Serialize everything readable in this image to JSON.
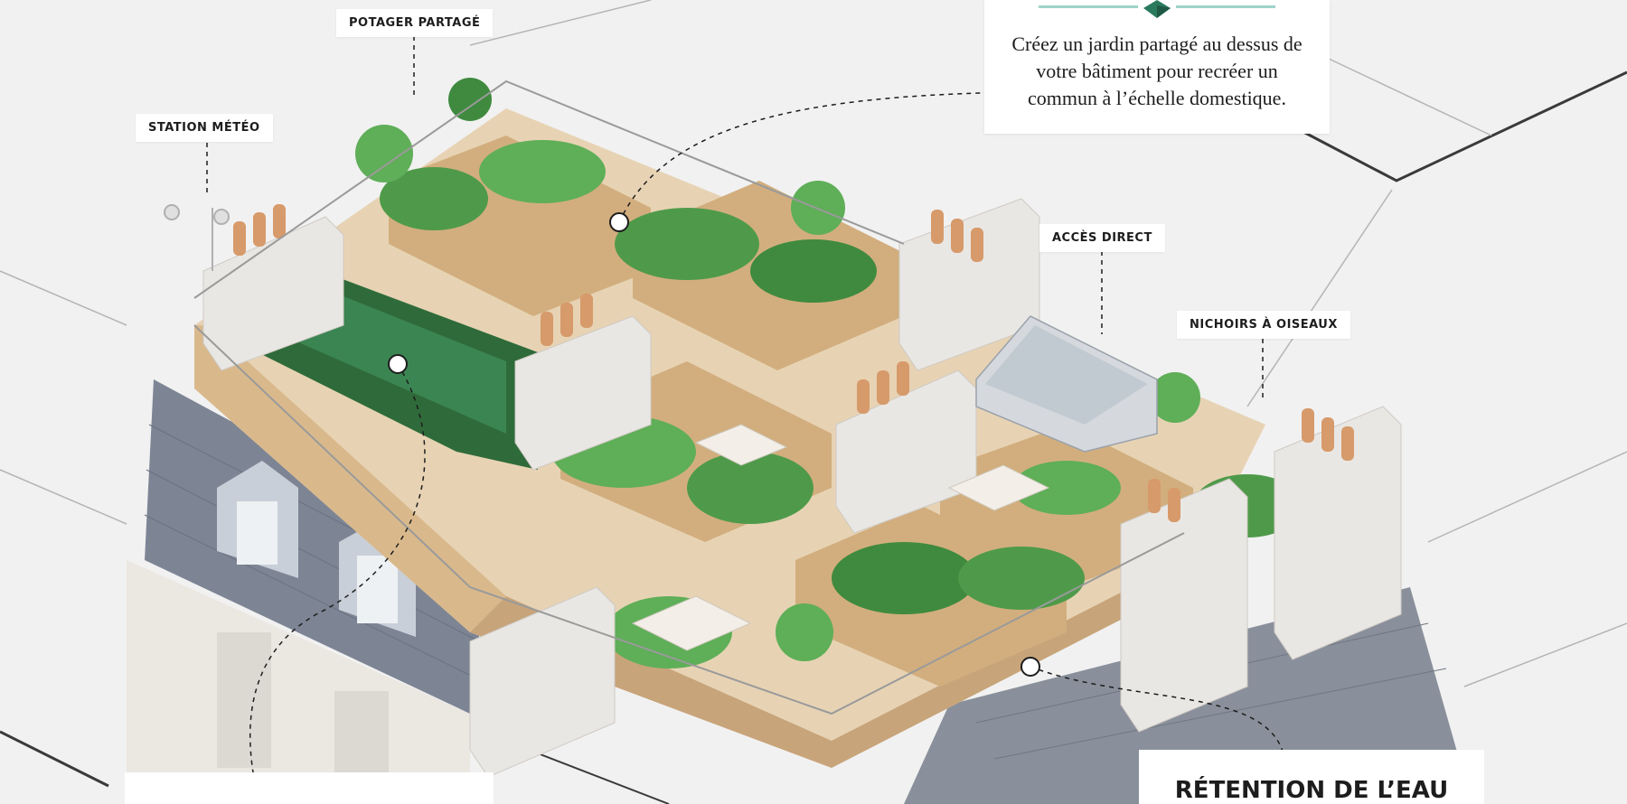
{
  "labels": {
    "potager": "POTAGER PARTAGÉ",
    "station": "STATION MÉTÉO",
    "acces": "ACCÈS DIRECT",
    "nichoirs": "NICHOIRS À OISEAUX",
    "retention": "RÉTENTION DE L’EAU"
  },
  "callout": {
    "text": "Créez un jardin partagé au dessus de votre bâtiment pour recréer un commun à l’échelle domestique."
  },
  "colors": {
    "background": "#f1f1f1",
    "accent_rule": "#9fd3c9",
    "logo_green": "#2a7a5e",
    "wood": "#d9b98c",
    "roof_slate": "#7d8595",
    "plant_green": "#4f9a4a"
  }
}
